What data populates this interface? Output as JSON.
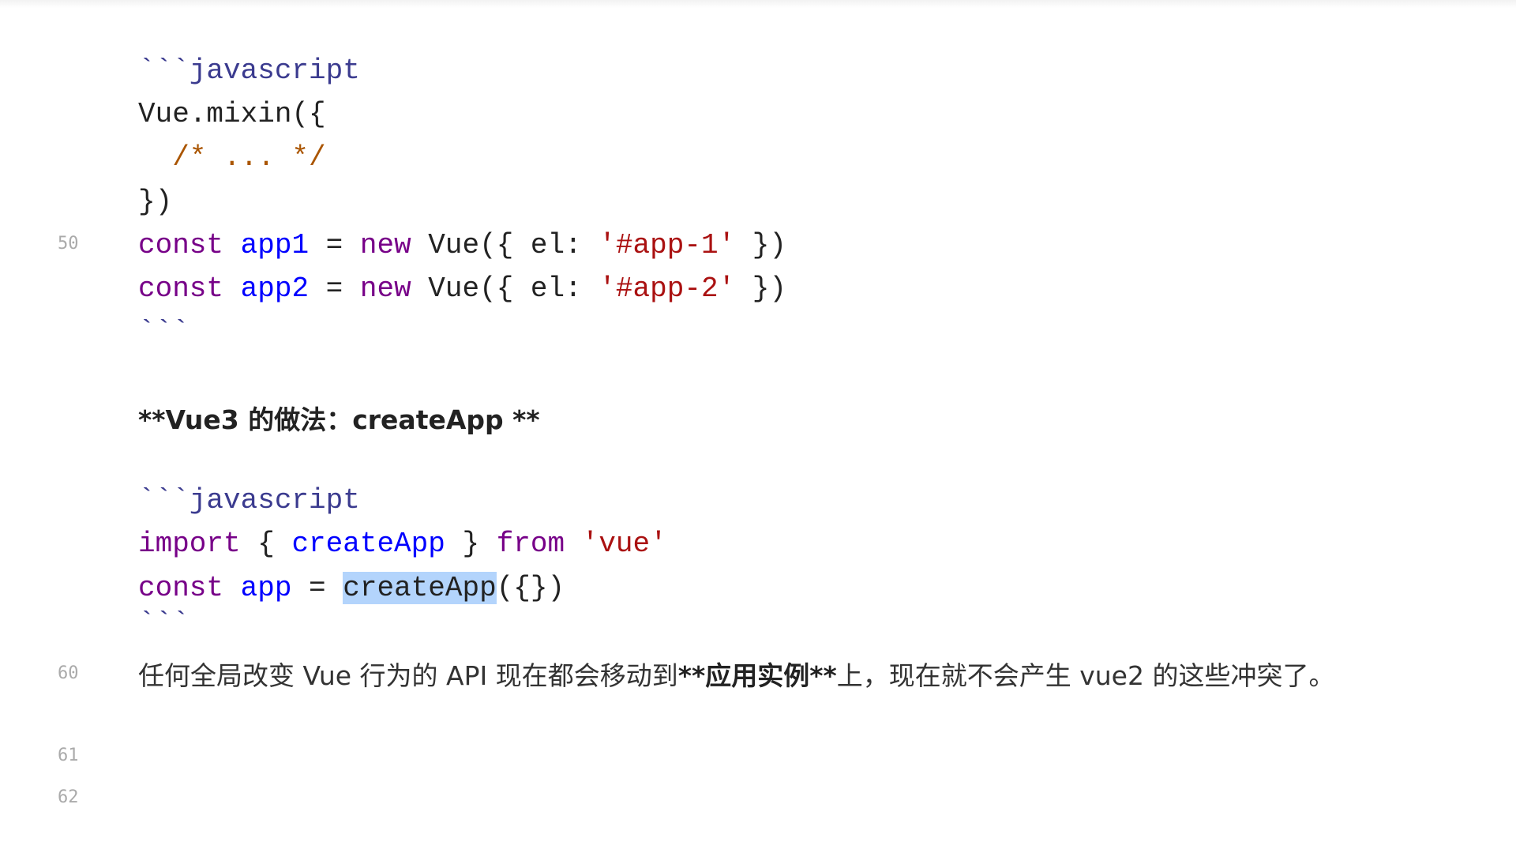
{
  "block1": {
    "fence_open": "```javascript",
    "lines": [
      "Vue.mixin({",
      "  /* ... */",
      "})"
    ],
    "app1": {
      "kw": "const",
      "name": "app1",
      "eq": " = ",
      "new": "new",
      "rest": " Vue({ el: ",
      "str": "'#app-1'",
      "end": " })"
    },
    "app2": {
      "kw": "const",
      "name": "app2",
      "eq": " = ",
      "new": "new",
      "rest": " Vue({ el: ",
      "str": "'#app-2'",
      "end": " })"
    },
    "fence_close": "```"
  },
  "heading": "**Vue3 的做法：createApp **",
  "block2": {
    "fence_open": "```javascript",
    "import_kw": "import",
    "import_brace_open": " { ",
    "import_name": "createApp",
    "import_brace_close": " } ",
    "from_kw": "from",
    "module": " 'vue'",
    "const_kw": "const",
    "app_name": "app",
    "eq": " = ",
    "selected": "createApp",
    "call_rest": "({})",
    "fence_close": "```"
  },
  "paragraph": {
    "before": "任何全局改变 Vue 行为的 API 现在都会移动到",
    "bold": "**应用实例**",
    "after": "上，现在就不会产生 vue2 的这些冲突了。"
  },
  "line_numbers": {
    "l50": "50",
    "l60": "60",
    "l61": "61",
    "l62": "62"
  }
}
